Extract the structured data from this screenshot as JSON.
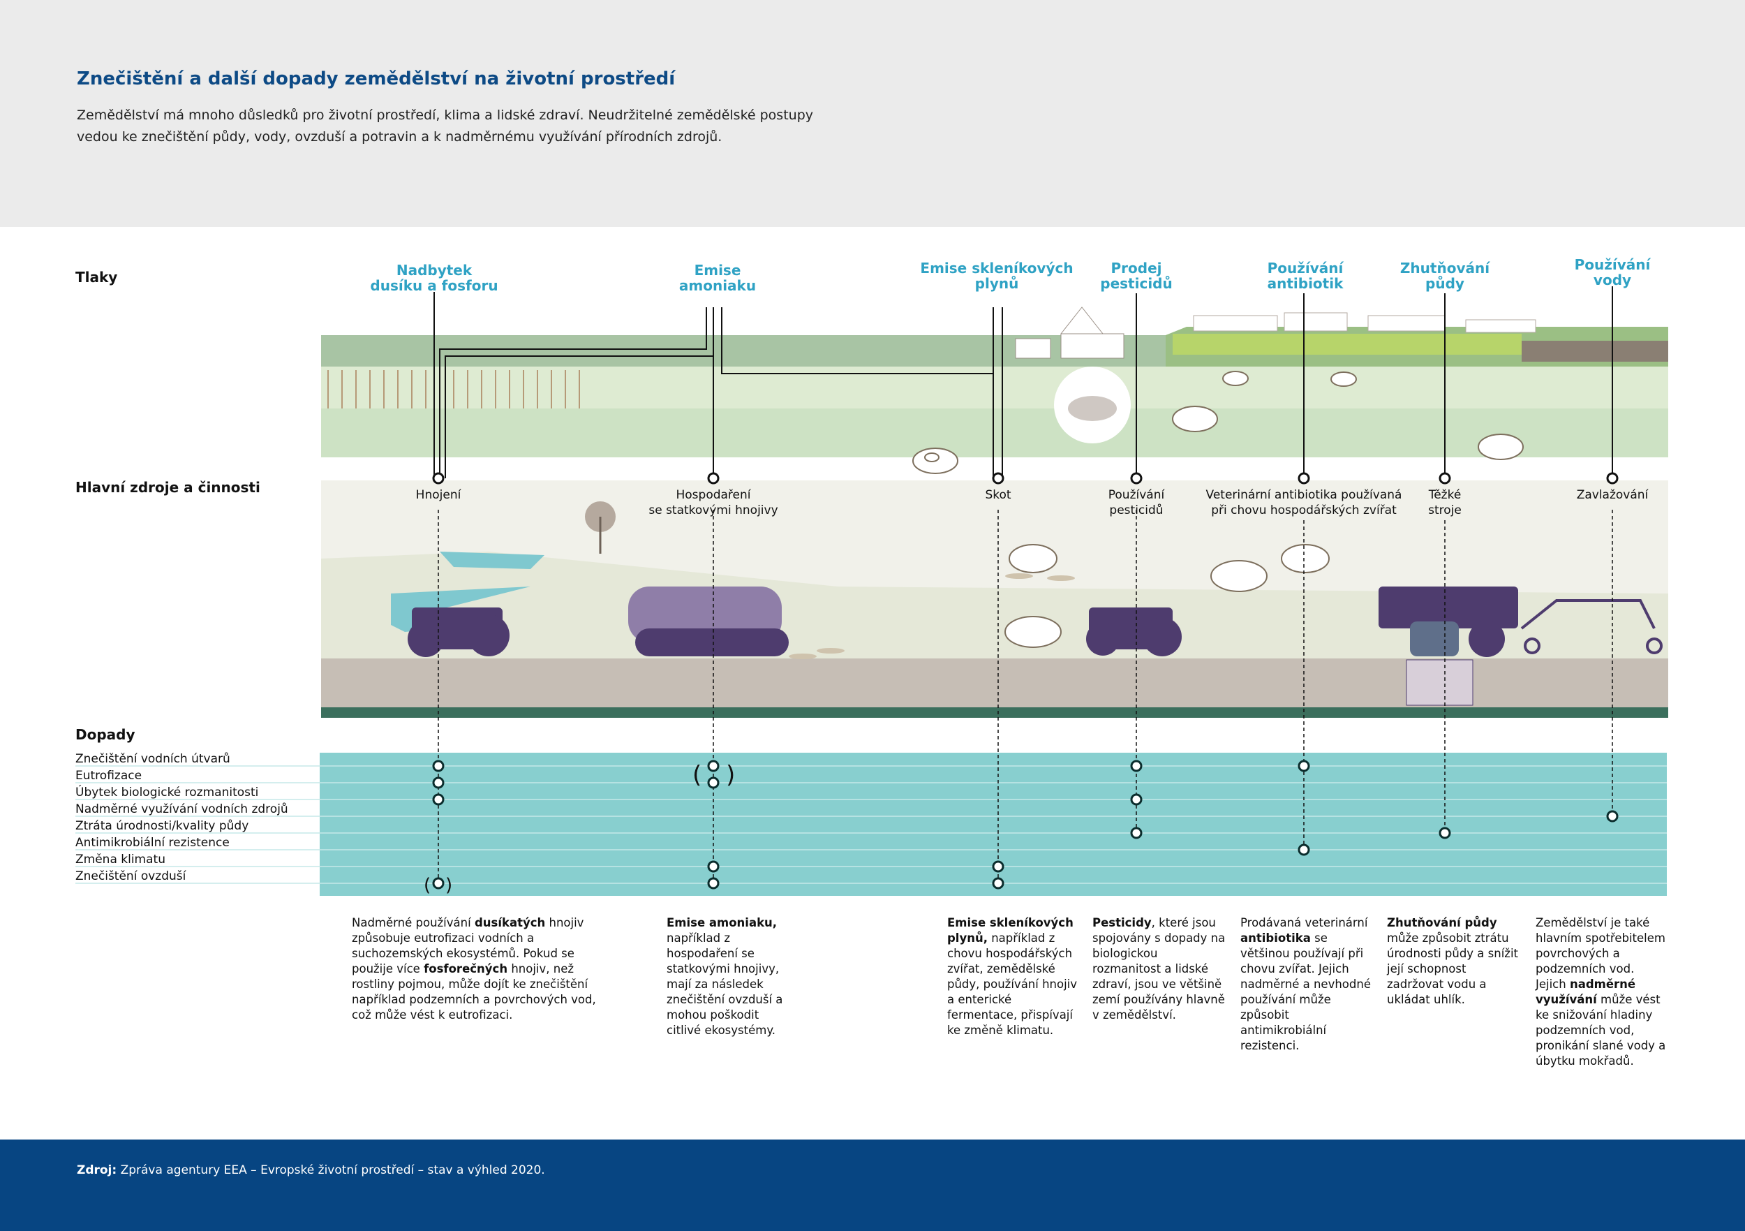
{
  "header": {
    "title": "Znečištění a další dopady zemědělství na životní prostředí",
    "subtitle": "Zemědělství má mnoho důsledků pro životní prostředí, klima a lidské zdraví. Neudržitelné zemědělské postupy vedou ke znečištění půdy, vody, ovzduší a potravin a k nadměrnému využívání přírodních zdrojů."
  },
  "sections": {
    "pressures": "Tlaky",
    "sources": "Hlavní zdroje a činnosti",
    "impacts": "Dopady"
  },
  "pressures": [
    {
      "line1": "Nadbytek",
      "line2": "dusíku a fosforu"
    },
    {
      "line1": "Emise",
      "line2": "amoniaku"
    },
    {
      "line1": "Emise skleníkových",
      "line2": "plynů"
    },
    {
      "line1": "Prodej",
      "line2": "pesticidů"
    },
    {
      "line1": "Používání",
      "line2": "antibiotik"
    },
    {
      "line1": "Zhutňování",
      "line2": "půdy"
    },
    {
      "line1": "Používání",
      "line2": "vody"
    }
  ],
  "sources": [
    {
      "line1": "Hnojení",
      "line2": ""
    },
    {
      "line1": "Hospodaření",
      "line2": "se statkovými hnojivy"
    },
    {
      "line1": "Skot",
      "line2": ""
    },
    {
      "line1": "Používání",
      "line2": "pesticidů"
    },
    {
      "line1": "Veterinární antibiotika používaná",
      "line2": "při chovu hospodářských zvířat"
    },
    {
      "line1": "Těžké",
      "line2": "stroje"
    },
    {
      "line1": "Zavlažování",
      "line2": ""
    }
  ],
  "impacts": [
    "Znečištění vodních útvarů",
    "Eutrofizace",
    "Úbytek biologické rozmanitosti",
    "Nadměrné využívání vodních zdrojů",
    "Ztráta úrodnosti/kvality půdy",
    "Antimikrobiální rezistence",
    "Změna klimatu",
    "Znečištění ovzduší"
  ],
  "descriptions": {
    "d1": {
      "t1": "Nadměrné používání ",
      "b1": "dusíkatých",
      "t2": " hnojiv způsobuje eutrofizaci vodních a suchozemských ekosystémů. Pokud se použije více ",
      "b2": "fosforečných",
      "t3": " hnojiv, než rostliny pojmou, může dojít ke znečištění například podzemních a povrchových vod, což může vést k eutrofizaci."
    },
    "d2": {
      "b1": "Emise amoniaku,",
      "t1": " například z hospodaření se statkovými hnojivy, mají za následek znečištění ovzduší a mohou poškodit citlivé ekosystémy."
    },
    "d3": {
      "b1": "Emise skleníkových plynů,",
      "t1": " například z chovu hospodářských zvířat, zemědělské půdy, používání hnojiv a enterické fermentace, přispívají ke změně klimatu."
    },
    "d4": {
      "b1": "Pesticidy",
      "t1": ", které jsou spojovány s dopady na biologickou rozmanitost a lidské zdraví, jsou ve většině zemí používány hlavně v zemědělství."
    },
    "d5": {
      "t1": "Prodávaná veterinární ",
      "b1": "antibiotika",
      "t2": " se většinou používají při chovu zvířat. Jejich nadměrné a nevhodné používání může způsobit antimikrobiální rezistenci."
    },
    "d6": {
      "b1": "Zhutňování půdy",
      "t1": " může způsobit ztrátu úrodnosti půdy a snížit její schopnost zadržovat vodu a ukládat uhlík."
    },
    "d7": {
      "t1": "Zemědělství je také hlavním spotřebitelem povrchových a podzemních vod. Jejich ",
      "b1": "nadměrné využívání",
      "t2": " může vést ke snižování hladiny podzemních vod, pronikání slané vody a úbytku mokřadů."
    }
  },
  "footer": {
    "label": "Zdroj:",
    "text": " Zpráva agentury EEA – Evropské životní prostředí – stav a výhled 2020."
  },
  "colors": {
    "title": "#0d4a85",
    "pressure": "#2fa2c4",
    "impact_band": "#88cfcf",
    "machinery": "#4e3c6e",
    "footer": "#074582"
  }
}
